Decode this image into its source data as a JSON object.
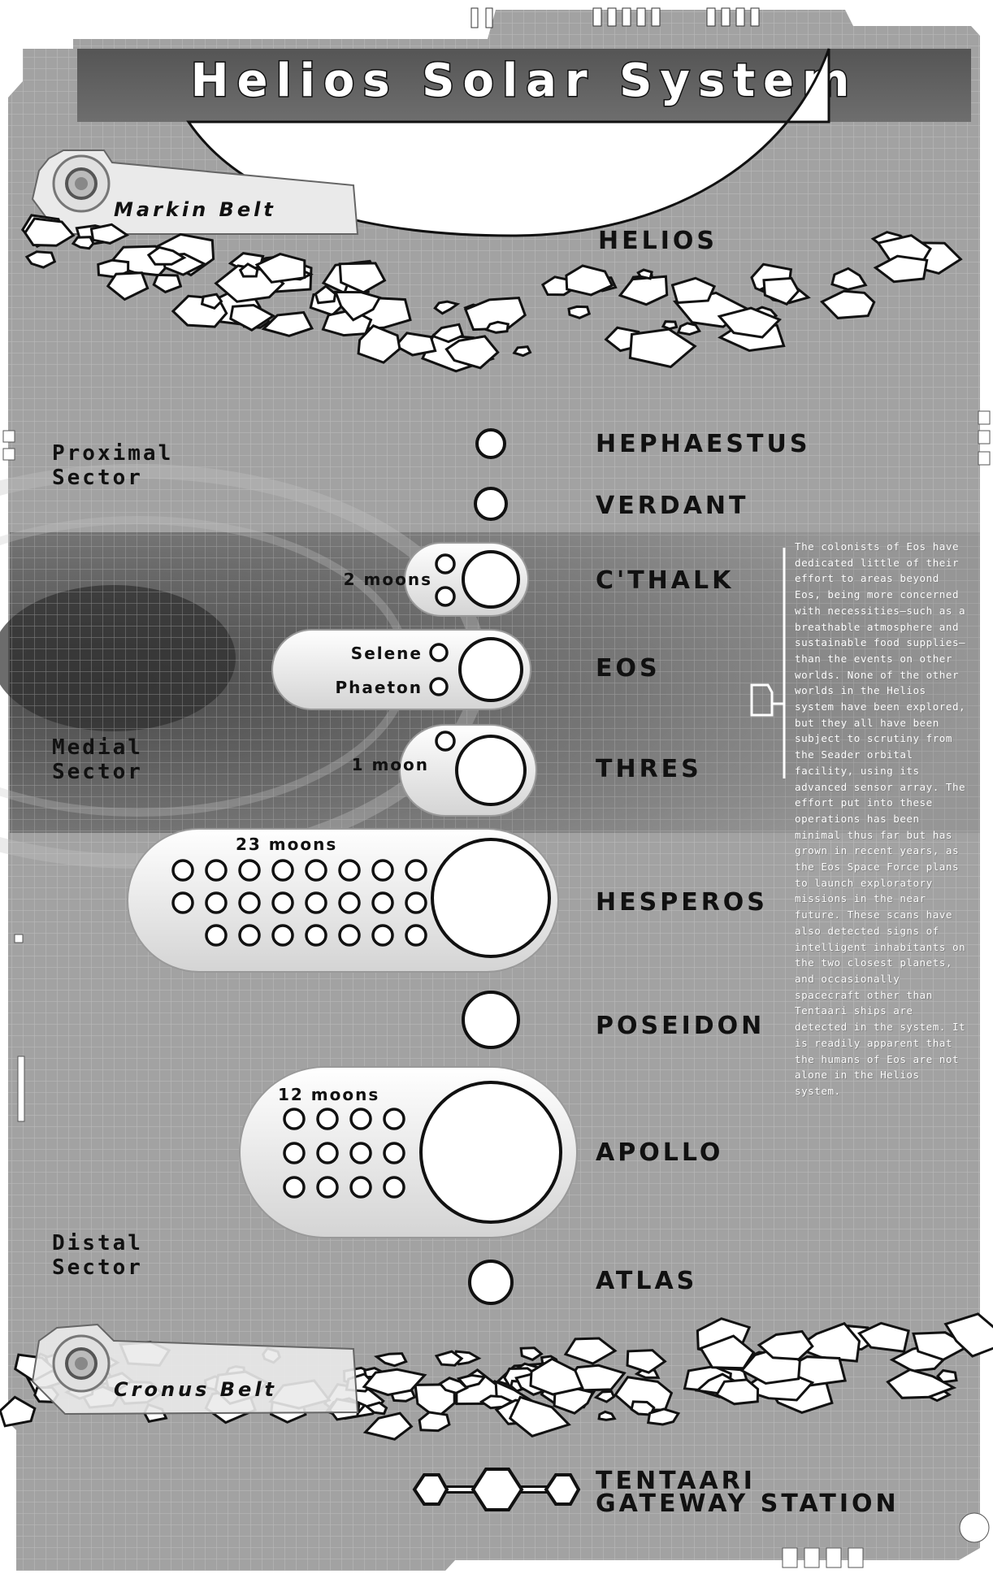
{
  "title": "Helios Solar System",
  "belts": {
    "top": "Markin Belt",
    "bottom": "Cronus Belt"
  },
  "star": "Helios",
  "sectors": {
    "proximal": [
      "Proximal",
      "Sector"
    ],
    "medial": [
      "Medial",
      "Sector"
    ],
    "distal": [
      "Distal",
      "Sector"
    ]
  },
  "planets": [
    {
      "name": "Hephaestus"
    },
    {
      "name": "Verdant"
    },
    {
      "name": "C'Thalk",
      "moons_label": "2 moons",
      "moon_count": 2
    },
    {
      "name": "Eos",
      "moons_named": [
        "Selene",
        "Phaeton"
      ]
    },
    {
      "name": "Thres",
      "moons_label": "1 moon",
      "moon_count": 1
    },
    {
      "name": "Hesperos",
      "moons_label": "23 moons",
      "moon_count": 23
    },
    {
      "name": "Poseidon"
    },
    {
      "name": "Apollo",
      "moons_label": "12 moons",
      "moon_count": 12
    },
    {
      "name": "Atlas"
    }
  ],
  "station": [
    "Tentaari",
    "Gateway Station"
  ],
  "description": "The colonists of Eos have dedicated little of their effort to areas beyond Eos, being more concerned with necessities—such as a breathable atmosphere and sustainable food supplies—than the events on other worlds. None of the other worlds in the Helios system have been explored, but they all have been subject to scrutiny from the Seader orbital facility, using its advanced sensor array. The effort put into these operations has been minimal thus far but has grown in recent years, as the Eos Space Force plans to launch exploratory missions in the near future. These scans have also detected signs of intelligent inhabitants on the two closest planets, and occasionally spacecraft other than Tentaari ships are detected in the system. It is readily apparent that the humans of Eos are not alone in the Helios system.",
  "colors": {
    "panel": "#9a9a9a",
    "band": "#6e6e6e",
    "ink": "#111111",
    "white": "#ffffff"
  }
}
